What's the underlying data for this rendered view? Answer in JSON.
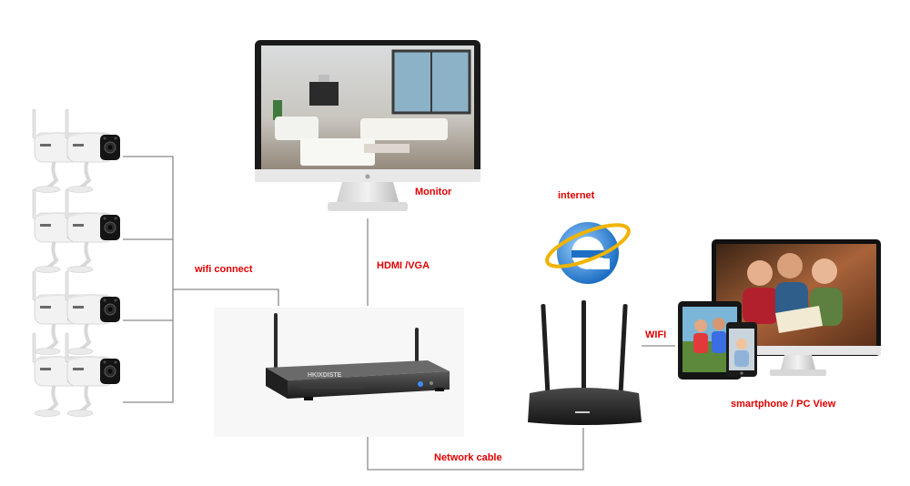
{
  "labels": {
    "monitor": "Monitor",
    "hdmi_vga": "HDMI /VGA",
    "wifi_connect": "wifi connect",
    "internet": "internet",
    "wifi": "WIFI",
    "network_cable": "Network cable",
    "smartphone_pc_view": "smartphone / PC View"
  },
  "nvr": {
    "brand": "HKIXDISTE"
  },
  "colors": {
    "label": "#e00000",
    "line": "#8a8a8a",
    "device_dark": "#2a2a2a",
    "camera_body": "#f2f2f2",
    "ie_blue": "#1e7fd6"
  },
  "icons": [
    "camera-icon",
    "monitor-icon",
    "nvr-icon",
    "router-icon",
    "internet-explorer-icon",
    "tablet-icon",
    "smartphone-icon",
    "pc-monitor-icon"
  ]
}
